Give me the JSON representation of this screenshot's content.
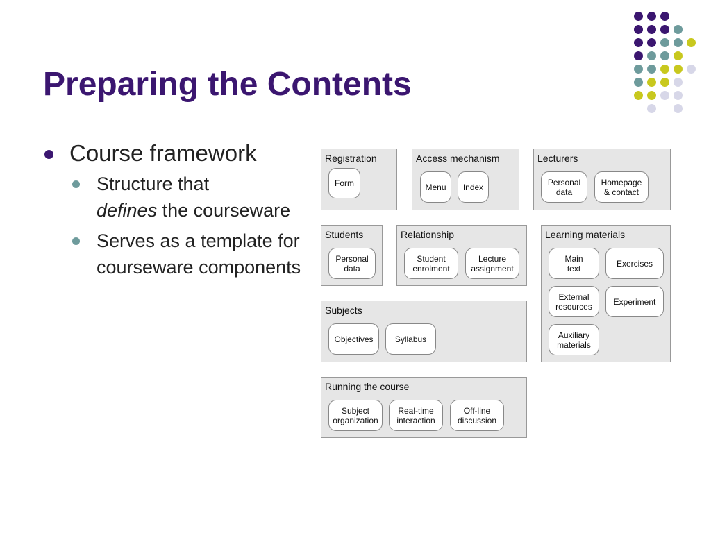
{
  "slide": {
    "title": "Preparing the Contents",
    "decor_colors": [
      "#3b1670",
      "#6e9b9c",
      "#c8c81e",
      "#d7d7e8"
    ],
    "bullets": {
      "main": "Course framework",
      "sub1_part1": "Structure that",
      "sub1_italic": "defines",
      "sub1_part2": "the courseware",
      "sub2": "Serves as a template for courseware components"
    }
  },
  "diagram": {
    "registration": {
      "title": "Registration",
      "items": [
        "Form"
      ]
    },
    "access": {
      "title": "Access mechanism",
      "items": [
        "Menu",
        "Index"
      ]
    },
    "lecturers": {
      "title": "Lecturers",
      "items": [
        "Personal\ndata",
        "Homepage\n& contact"
      ]
    },
    "students": {
      "title": "Students",
      "items": [
        "Personal\ndata"
      ]
    },
    "relationship": {
      "title": "Relationship",
      "items": [
        "Student\nenrolment",
        "Lecture\nassignment"
      ]
    },
    "learning": {
      "title": "Learning materials",
      "items": [
        "Main\ntext",
        "Exercises",
        "External\nresources",
        "Experiment",
        "Auxiliary\nmaterials"
      ]
    },
    "subjects": {
      "title": "Subjects",
      "items": [
        "Objectives",
        "Syllabus"
      ]
    },
    "running": {
      "title": "Running the course",
      "items": [
        "Subject\norganization",
        "Real-time\ninteraction",
        "Off-line\ndiscussion"
      ]
    }
  }
}
